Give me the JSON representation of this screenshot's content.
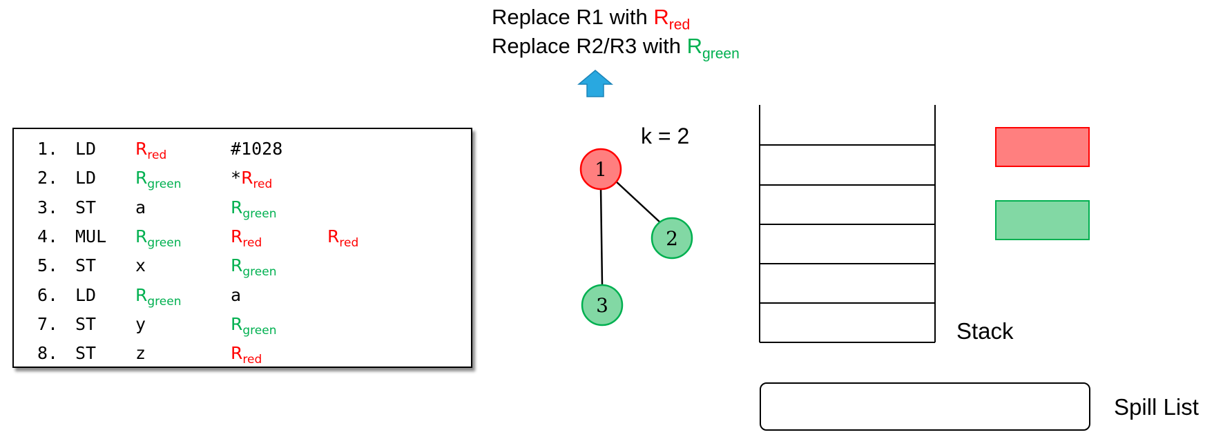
{
  "header": {
    "line1": {
      "prefix": "Replace R1 with ",
      "reg": "R",
      "sub": "red"
    },
    "line2": {
      "prefix": "Replace R2/R3 with ",
      "reg": "R",
      "sub": "green"
    }
  },
  "colors": {
    "red": "#ff0000",
    "green": "#00b050",
    "red_fill": "#ff7f7f",
    "green_fill": "#82d8a4",
    "arrow": "#29a8e0"
  },
  "code": {
    "rows": [
      {
        "num": "1.",
        "op": "LD",
        "arg1": {
          "type": "reg",
          "reg": "R",
          "sub": "red",
          "color": "red"
        },
        "arg2": {
          "type": "text",
          "text": "#1028"
        }
      },
      {
        "num": "2.",
        "op": "LD",
        "arg1": {
          "type": "reg",
          "reg": "R",
          "sub": "green",
          "color": "green"
        },
        "arg2": {
          "type": "reg",
          "prefix": "*",
          "reg": "R",
          "sub": "red",
          "color": "red"
        }
      },
      {
        "num": "3.",
        "op": "ST",
        "arg1": {
          "type": "text",
          "text": "a"
        },
        "arg2": {
          "type": "reg",
          "reg": "R",
          "sub": "green",
          "color": "green"
        }
      },
      {
        "num": "4.",
        "op": "MUL",
        "arg1": {
          "type": "reg",
          "reg": "R",
          "sub": "green",
          "color": "green"
        },
        "arg2": {
          "type": "reg",
          "reg": "R",
          "sub": "red",
          "color": "red"
        },
        "arg3": {
          "type": "reg",
          "reg": "R",
          "sub": "red",
          "color": "red"
        }
      },
      {
        "num": "5.",
        "op": "ST",
        "arg1": {
          "type": "text",
          "text": "x"
        },
        "arg2": {
          "type": "reg",
          "reg": "R",
          "sub": "green",
          "color": "green"
        }
      },
      {
        "num": "6.",
        "op": "LD",
        "arg1": {
          "type": "reg",
          "reg": "R",
          "sub": "green",
          "color": "green"
        },
        "arg2": {
          "type": "text",
          "text": "a"
        }
      },
      {
        "num": "7.",
        "op": "ST",
        "arg1": {
          "type": "text",
          "text": "y"
        },
        "arg2": {
          "type": "reg",
          "reg": "R",
          "sub": "green",
          "color": "green"
        }
      },
      {
        "num": "8.",
        "op": "ST",
        "arg1": {
          "type": "text",
          "text": "z"
        },
        "arg2": {
          "type": "reg",
          "reg": "R",
          "sub": "red",
          "color": "red"
        }
      }
    ]
  },
  "graph": {
    "k_label": "k = 2",
    "nodes": [
      {
        "id": "1",
        "label": "1",
        "color": "red"
      },
      {
        "id": "2",
        "label": "2",
        "color": "green"
      },
      {
        "id": "3",
        "label": "3",
        "color": "green"
      }
    ],
    "edges": [
      [
        "1",
        "2"
      ],
      [
        "1",
        "3"
      ]
    ]
  },
  "stack": {
    "label": "Stack",
    "slots": 6,
    "entries": []
  },
  "spill_list": {
    "label": "Spill List",
    "entries": []
  },
  "palette": [
    {
      "name": "red-register"
    },
    {
      "name": "green-register"
    }
  ]
}
